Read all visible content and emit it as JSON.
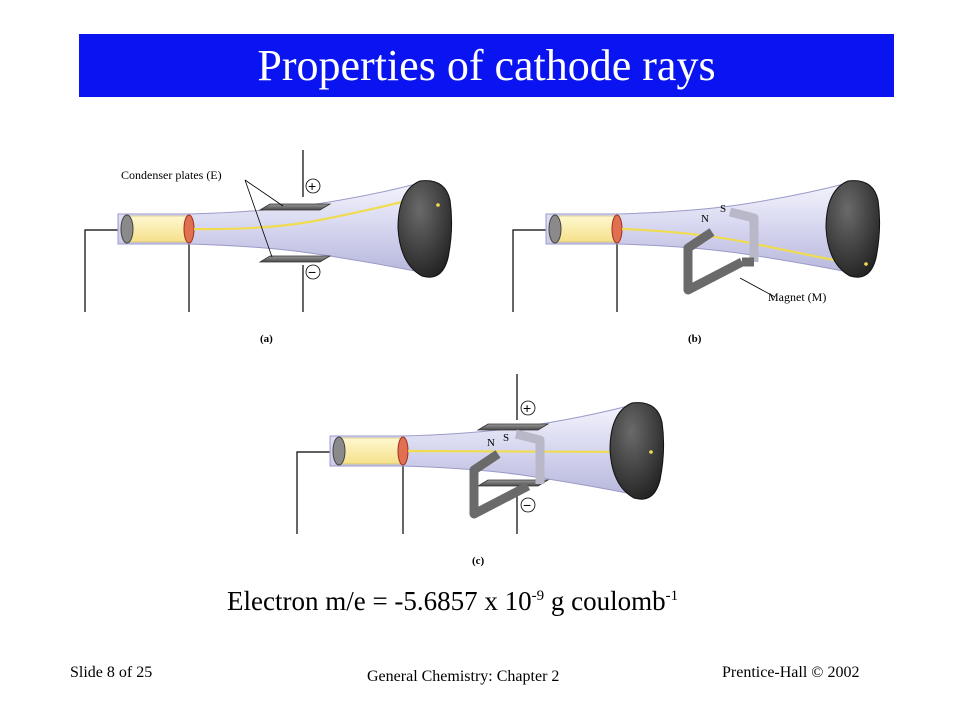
{
  "slide": {
    "title": "Properties of cathode rays",
    "figure": {
      "panel_labels": [
        "(a)",
        "(b)",
        "(c)"
      ],
      "condenser_label": "Condenser plates (E)",
      "magnet_label": "Magnet (M)",
      "plus_sign": "+",
      "minus_sign": "−",
      "north": "N",
      "south": "S"
    },
    "equation": {
      "prefix": "Electron m/e  = -5.6857 x 10",
      "exp1": "-9",
      "middle": " g coulomb",
      "exp2": "-1"
    },
    "footer": {
      "slide_number": "Slide 8 of 25",
      "course": "General Chemistry: Chapter 2",
      "publisher": "Prentice-Hall © 2002"
    }
  },
  "colors": {
    "title_bar": "#0a14f0",
    "beam": "#f0dc50",
    "tube": "#dcdcf5",
    "screen": "#3a3a3a"
  }
}
